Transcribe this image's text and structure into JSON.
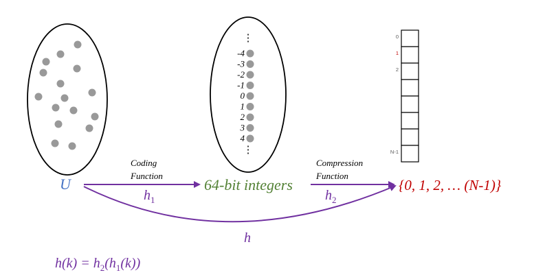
{
  "colors": {
    "u_label": "#4472C4",
    "integers_label": "#538135",
    "range_label": "#C00000",
    "arrow": "#7030A0",
    "dot": "#999999",
    "outline": "#000000",
    "index_red": "#C00000",
    "index_gray": "#595959"
  },
  "universe": {
    "label": "U"
  },
  "integers": {
    "label": "64-bit integers",
    "top_ellipsis": "⋮",
    "bottom_ellipsis": "⋮",
    "values": [
      "-4",
      "-3",
      "-2",
      "-1",
      "0",
      "1",
      "2",
      "3",
      "4"
    ]
  },
  "table": {
    "indices": [
      {
        "text": "0",
        "color": "gray"
      },
      {
        "text": "1",
        "color": "red"
      },
      {
        "text": "2",
        "color": "gray"
      },
      {
        "text": "N-1",
        "color": "gray"
      }
    ],
    "cell_count": 8
  },
  "range_label": "{0, 1, 2, … (N-1)}",
  "coding": {
    "line1": "Coding",
    "line2": "Function",
    "func": "h",
    "sub": "1"
  },
  "compression": {
    "line1": "Compression",
    "line2": "Function",
    "func": "h",
    "sub": "2"
  },
  "composite": {
    "func": "h"
  },
  "formula": {
    "p1": "h(k) = h",
    "s1": "2",
    "p2": "(h",
    "s2": "1",
    "p3": "(k))"
  }
}
